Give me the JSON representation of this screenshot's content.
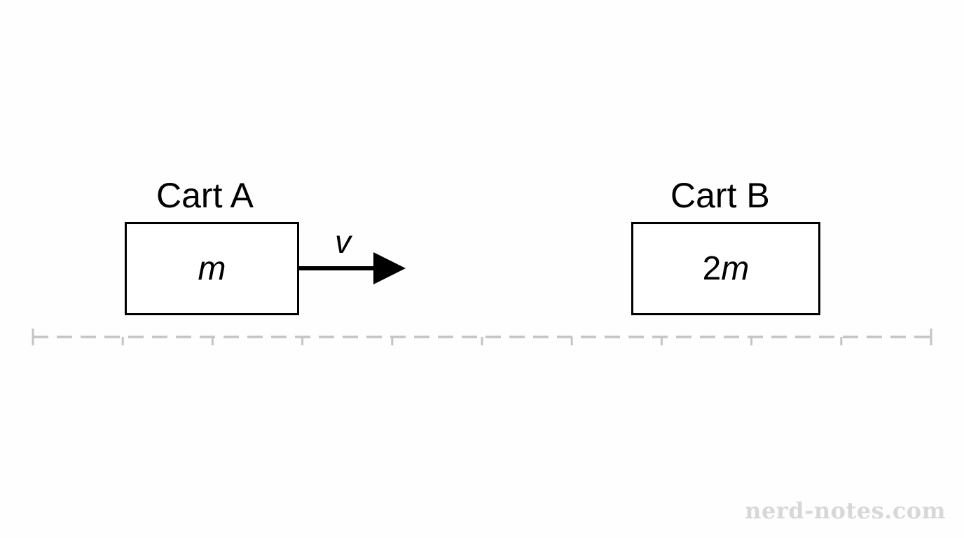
{
  "cart_a": {
    "label": "Cart A",
    "mass_coefficient": "",
    "mass_symbol": "m"
  },
  "cart_b": {
    "label": "Cart B",
    "mass_coefficient": "2",
    "mass_symbol": "m"
  },
  "velocity": {
    "label": "v"
  },
  "track": {
    "tick_count": 11,
    "color": "#c4c4c4"
  },
  "watermark": {
    "text": "nerd-notes.com"
  }
}
